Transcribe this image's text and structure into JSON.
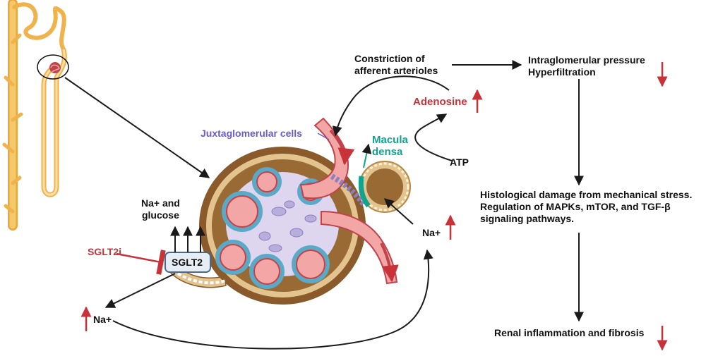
{
  "labels": {
    "constriction": "Constriction of\nafferent arterioles",
    "intraglomerular": "Intraglomerular pressure\nHyperfiltration",
    "adenosine": "Adenosine",
    "juxtaglomerular": "Juxtaglomerular cells",
    "macula_densa": "Macula\ndensa",
    "atp": "ATP",
    "na_glucose": "Na+ and\nglucose",
    "sglt2i": "SGLT2i",
    "sglt2": "SGLT2",
    "na_right": "Na+",
    "na_left": "Na+",
    "histological": "Histological damage from mechanical stress.\nRegulation of MAPKs, mTOR, and TGF-β\nsignaling pathways.",
    "renal": "Renal inflammation and fibrosis"
  },
  "colors": {
    "arrow": "#1a1a1a",
    "up_red": "#c8333a",
    "capsule_brown": "#8a5a2b",
    "capsule_tan": "#e3c48f",
    "capillary_pink": "#f2a6a6",
    "capillary_edge": "#c0424a",
    "podocyte_blue": "#5aa9c7",
    "mesangium_lilac": "#ddd6ee",
    "macula_teal": "#12a38e",
    "nephron_orange": "#f0b24b"
  },
  "icons": [
    "nephron-icon",
    "glomerulus-icon",
    "up-arrow-icon",
    "down-arrow-icon",
    "inhibit-arrow-icon"
  ]
}
